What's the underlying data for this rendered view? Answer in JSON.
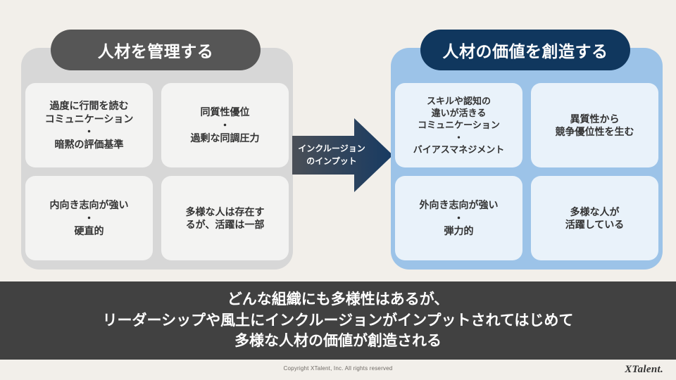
{
  "slide": {
    "background_color": "#f2efea"
  },
  "left_panel": {
    "header": "人材を管理する",
    "header_color": "#565656",
    "panel_color": "#d7d7d7",
    "card_color": "#f3f3f2",
    "cards": [
      {
        "text": "過度に行間を読む\nコミュニケーション\n・\n暗黙の評価基準"
      },
      {
        "text": "同質性優位\n・\n過剰な同調圧力"
      },
      {
        "text": "内向き志向が強い\n・\n硬直的"
      },
      {
        "text": "多様な人は存在す\nるが、活躍は一部"
      }
    ]
  },
  "arrow": {
    "label_line1": "インクルージョン",
    "label_line2": "のインプット",
    "gradient_start": "#4a4f57",
    "gradient_end": "#173a62"
  },
  "right_panel": {
    "header": "人材の価値を創造する",
    "header_color": "#10375e",
    "panel_color": "#9cc3e8",
    "card_color": "#e9f2fa",
    "cards": [
      {
        "text": "スキルや認知の\n違いが活きる\nコミュニケーション\n・\nバイアスマネジメント"
      },
      {
        "text": "異質性から\n競争優位性を生む"
      },
      {
        "text": "外向き志向が強い\n・\n弾力的"
      },
      {
        "text": "多様な人が\n活躍している"
      }
    ]
  },
  "banner": {
    "background_color": "#414141",
    "line1": "どんな組織にも多様性はあるが、",
    "line2": "リーダーシップや風土にインクルージョンがインプットされてはじめて",
    "line3": "多様な人材の価値が創造される"
  },
  "footer": {
    "copyright": "Copyright XTalent, Inc. All rights reserved",
    "logo": "XTalent."
  }
}
